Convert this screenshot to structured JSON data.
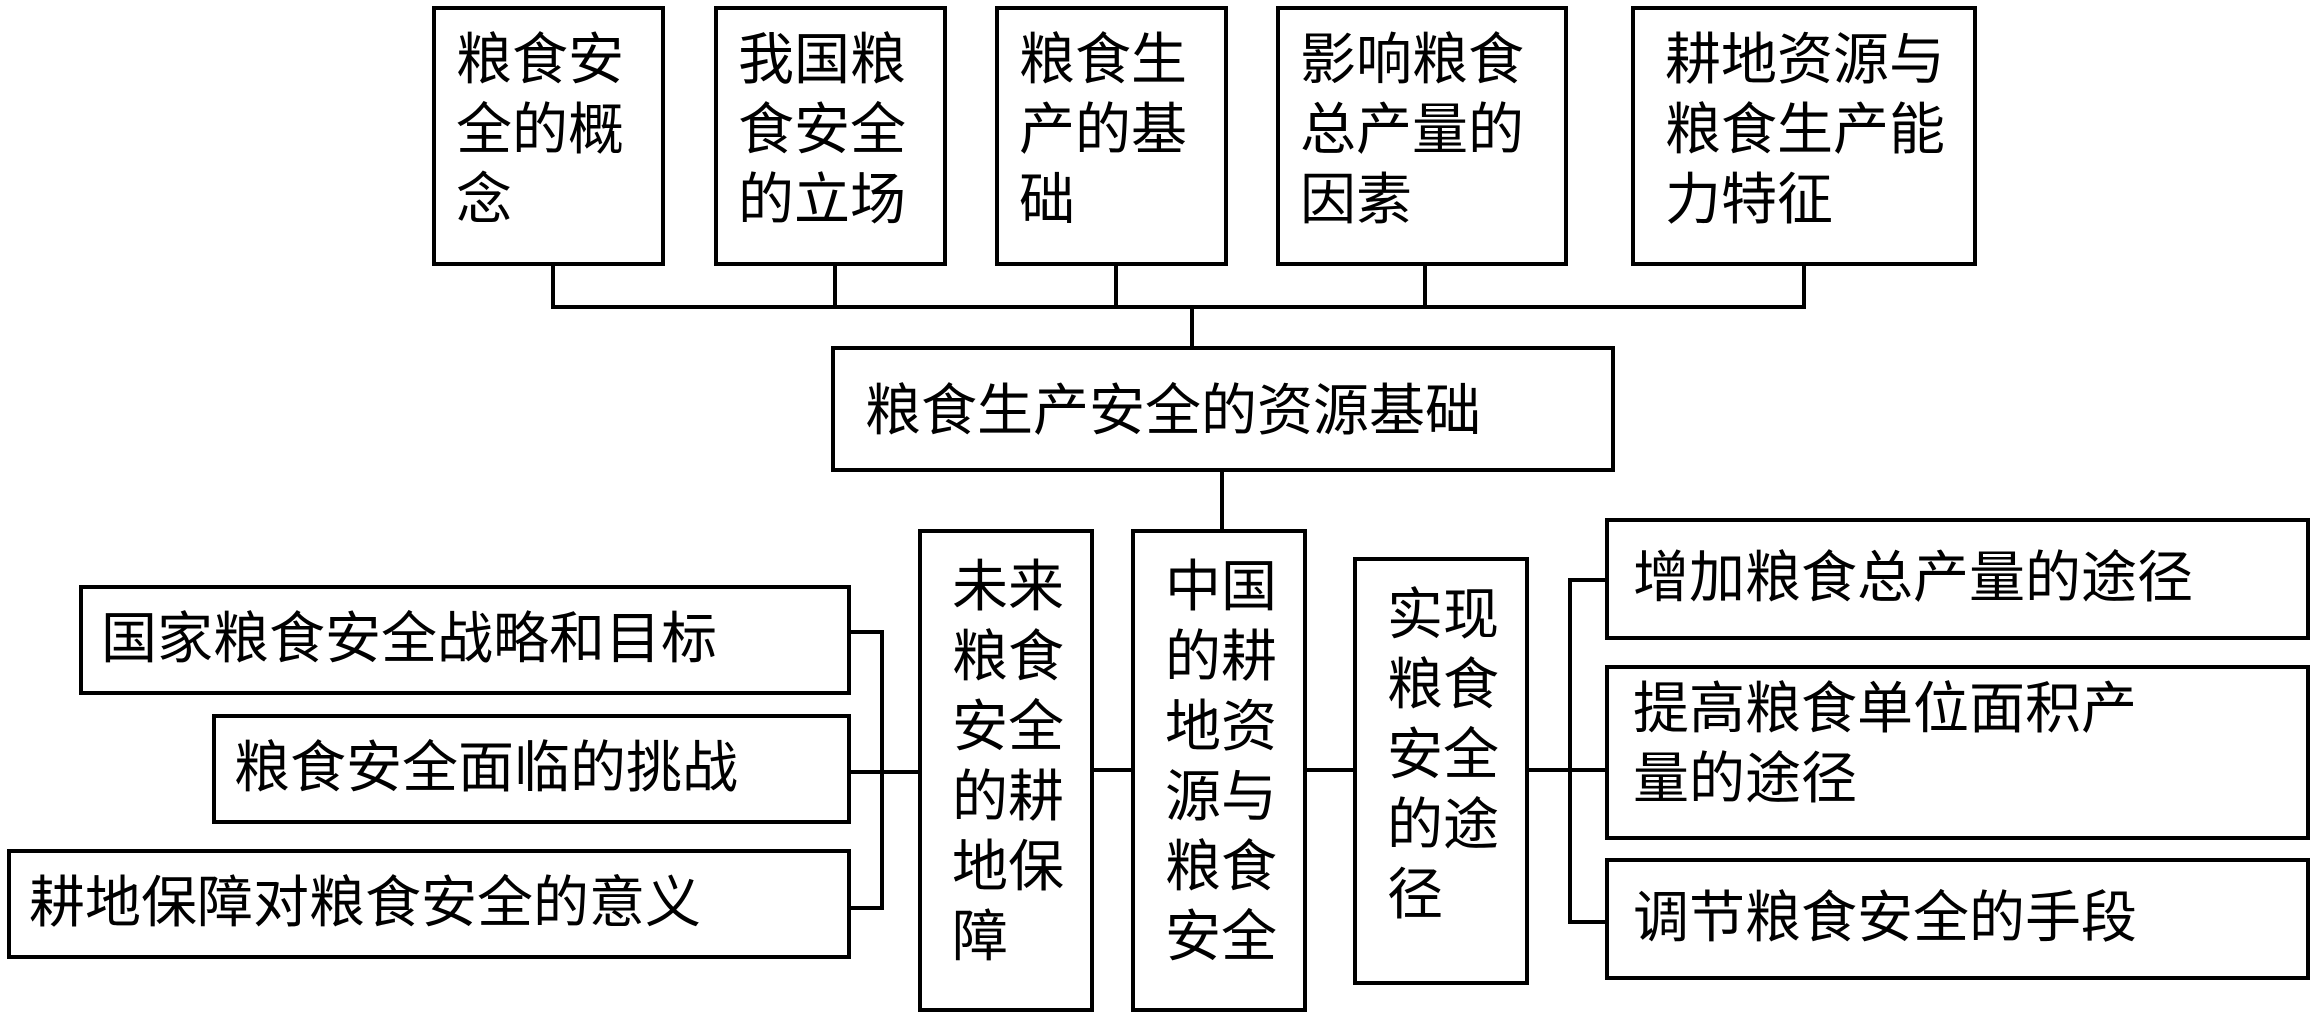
{
  "top_boxes": [
    {
      "lines": [
        "粮食安",
        "全的概",
        "念"
      ]
    },
    {
      "lines": [
        "我国粮",
        "食安全",
        "的立场"
      ]
    },
    {
      "lines": [
        "粮食生",
        "产的基",
        "础"
      ]
    },
    {
      "lines": [
        "影响粮食",
        "总产量的",
        "因素"
      ]
    },
    {
      "lines": [
        "耕地资源与",
        "粮食生产能",
        "力特征"
      ]
    }
  ],
  "center": {
    "label": "粮食生产安全的资源基础"
  },
  "middle_boxes": [
    {
      "lines": [
        "未来",
        "粮食",
        "安全",
        "的耕",
        "地保",
        "障"
      ]
    },
    {
      "lines": [
        "中国",
        "的耕",
        "地资",
        "源与",
        "粮食",
        "安全"
      ]
    },
    {
      "lines": [
        "实现",
        "粮食",
        "安全",
        "的途",
        "径"
      ]
    }
  ],
  "left_boxes": [
    {
      "label": "国家粮食安全战略和目标"
    },
    {
      "label": "粮食安全面临的挑战"
    },
    {
      "label": "耕地保障对粮食安全的意义"
    }
  ],
  "right_boxes": [
    {
      "lines": [
        "增加粮食总产量的途径"
      ]
    },
    {
      "lines": [
        "提高粮食单位面积产",
        "量的途径"
      ]
    },
    {
      "lines": [
        "调节粮食安全的手段"
      ]
    }
  ]
}
